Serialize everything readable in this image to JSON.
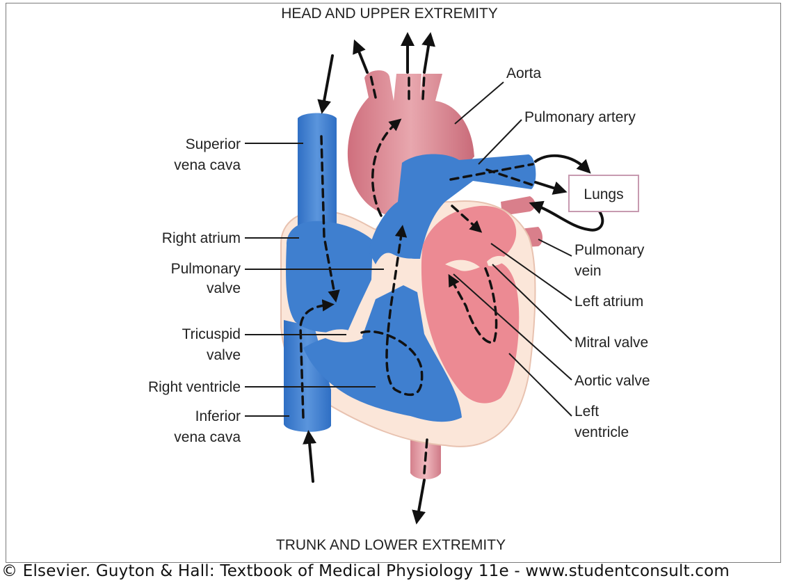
{
  "captions": {
    "top": "HEAD AND UPPER EXTREMITY",
    "bottom": "TRUNK AND LOWER EXTREMITY"
  },
  "labels": {
    "aorta": "Aorta",
    "pulmonary_artery": "Pulmonary artery",
    "lungs": "Lungs",
    "superior_vena_cava_1": "Superior",
    "superior_vena_cava_2": "vena cava",
    "right_atrium": "Right atrium",
    "pulmonary_valve_1": "Pulmonary",
    "pulmonary_valve_2": "valve",
    "tricuspid_valve_1": "Tricuspid",
    "tricuspid_valve_2": "valve",
    "right_ventricle": "Right ventricle",
    "inferior_vena_cava_1": "Inferior",
    "inferior_vena_cava_2": "vena cava",
    "pulmonary_vein_1": "Pulmonary",
    "pulmonary_vein_2": "vein",
    "left_atrium": "Left atrium",
    "mitral_valve": "Mitral valve",
    "aortic_valve": "Aortic valve",
    "left_ventricle_1": "Left",
    "left_ventricle_2": "ventricle"
  },
  "copyright": "© Elsevier. Guyton & Hall: Textbook of Medical Physiology 11e - www.studentconsult.com",
  "colors": {
    "deoxygenated": "#3f7fcf",
    "oxygenated": "#e8848d",
    "aorta": "#d77f8a",
    "pericardium": "#fbe6d9"
  }
}
